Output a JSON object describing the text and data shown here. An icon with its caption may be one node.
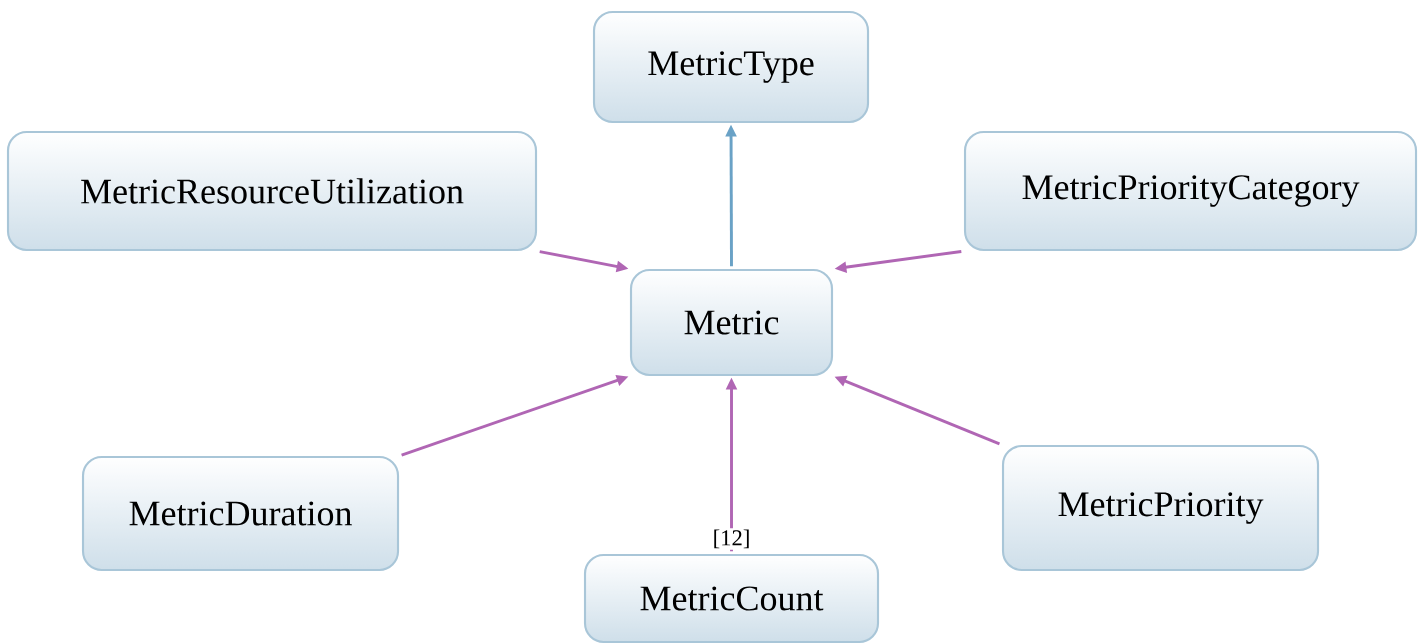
{
  "diagram": {
    "nodes": [
      {
        "text": [
          "MetricType"
        ]
      },
      {
        "text": [
          "MetricResourceUtilization"
        ]
      },
      {
        "text": [
          "MetricPriorityCategory"
        ]
      },
      {
        "text": [
          "Metric"
        ]
      },
      {
        "text": [
          "MetricDuration"
        ]
      },
      {
        "text": [
          "MetricPriority"
        ]
      },
      {
        "text": [
          "MetricCount"
        ]
      }
    ],
    "edges": [
      {
        "from": 3,
        "to": 0,
        "arrow": "to",
        "color": "#6aa2c6"
      },
      {
        "from": 1,
        "to": 3,
        "arrow": "to"
      },
      {
        "from": 2,
        "to": 3,
        "arrow": "to"
      },
      {
        "from": 4,
        "to": 3,
        "arrow": "to"
      },
      {
        "from": 5,
        "to": 3,
        "arrow": "to"
      },
      {
        "from": 6,
        "to": 3,
        "arrow": "to",
        "label": "[12]"
      }
    ]
  }
}
